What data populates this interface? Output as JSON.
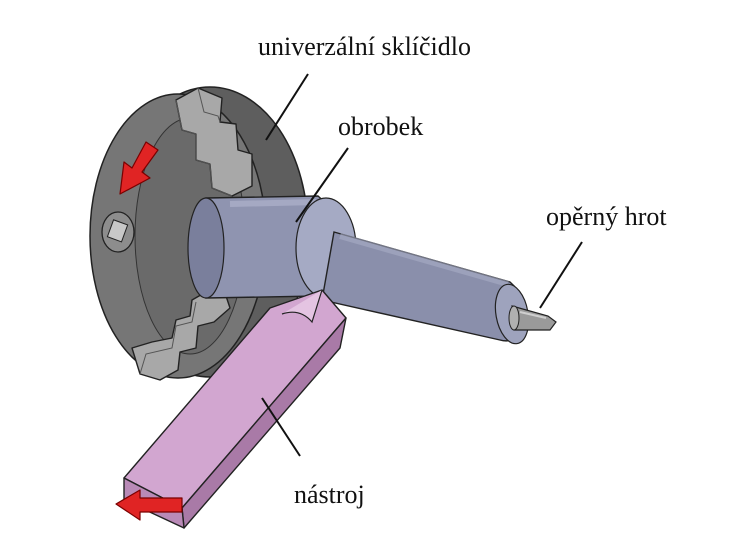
{
  "labels": {
    "chuck": "univerzální sklíčidlo",
    "workpiece": "obrobek",
    "center": "opěrný hrot",
    "tool": "nástroj"
  },
  "colors": {
    "chuck_dark": "#5a5a5a",
    "chuck_mid": "#7a7a7a",
    "chuck_light": "#9b9b9b",
    "jaw": "#a9a9a9",
    "workpiece": "#8c91ad",
    "workpiece_light": "#a7acc6",
    "workpiece_dark": "#6e7390",
    "tool": "#c89ac6",
    "tool_dark": "#a575a3",
    "center": "#8a8a8a",
    "arrow": "#e02424",
    "leader": "#111111"
  },
  "icons": {
    "rotation_arrow": "red-arrow-icon",
    "feed_arrow": "red-arrow-icon"
  }
}
